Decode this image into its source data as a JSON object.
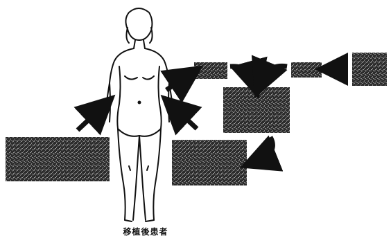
{
  "figure": {
    "caption": "移植後患者",
    "colors": {
      "ink": "#111111",
      "box_fill": "#2b2b2b",
      "box_texture": "#8a8a8a",
      "background": "#ffffff"
    },
    "nodes": [
      {
        "id": "box-left-large"
      },
      {
        "id": "box-top-small-left"
      },
      {
        "id": "box-top-small-right"
      },
      {
        "id": "box-far-right"
      },
      {
        "id": "box-center"
      },
      {
        "id": "box-bottom-middle"
      }
    ]
  }
}
